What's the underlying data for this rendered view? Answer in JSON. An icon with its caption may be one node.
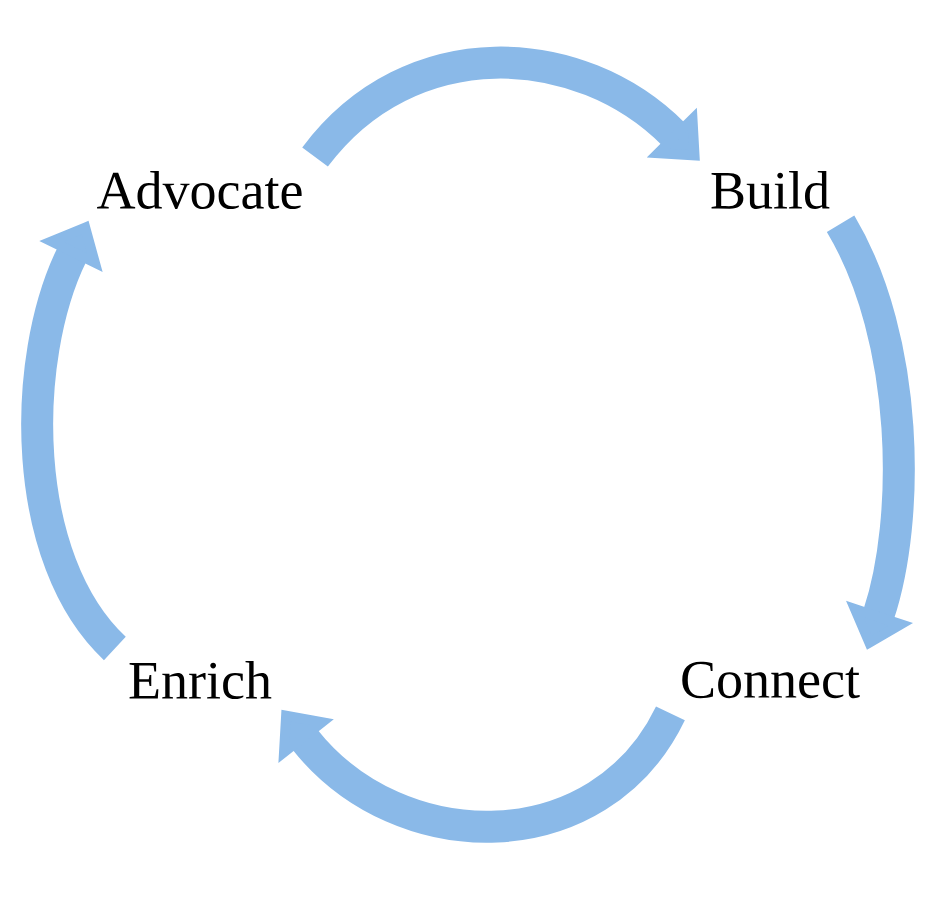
{
  "diagram": {
    "nodes": [
      {
        "text": [
          "Advocate"
        ]
      },
      {
        "text": [
          "Build"
        ]
      },
      {
        "text": [
          "Connect"
        ]
      },
      {
        "text": [
          "Enrich"
        ]
      }
    ],
    "edges": [
      {
        "from": 0,
        "to": 1,
        "arrow": "to"
      },
      {
        "from": 1,
        "to": 2,
        "arrow": "to"
      },
      {
        "from": 2,
        "to": 3,
        "arrow": "to"
      },
      {
        "from": 3,
        "to": 0,
        "arrow": "to"
      }
    ]
  }
}
